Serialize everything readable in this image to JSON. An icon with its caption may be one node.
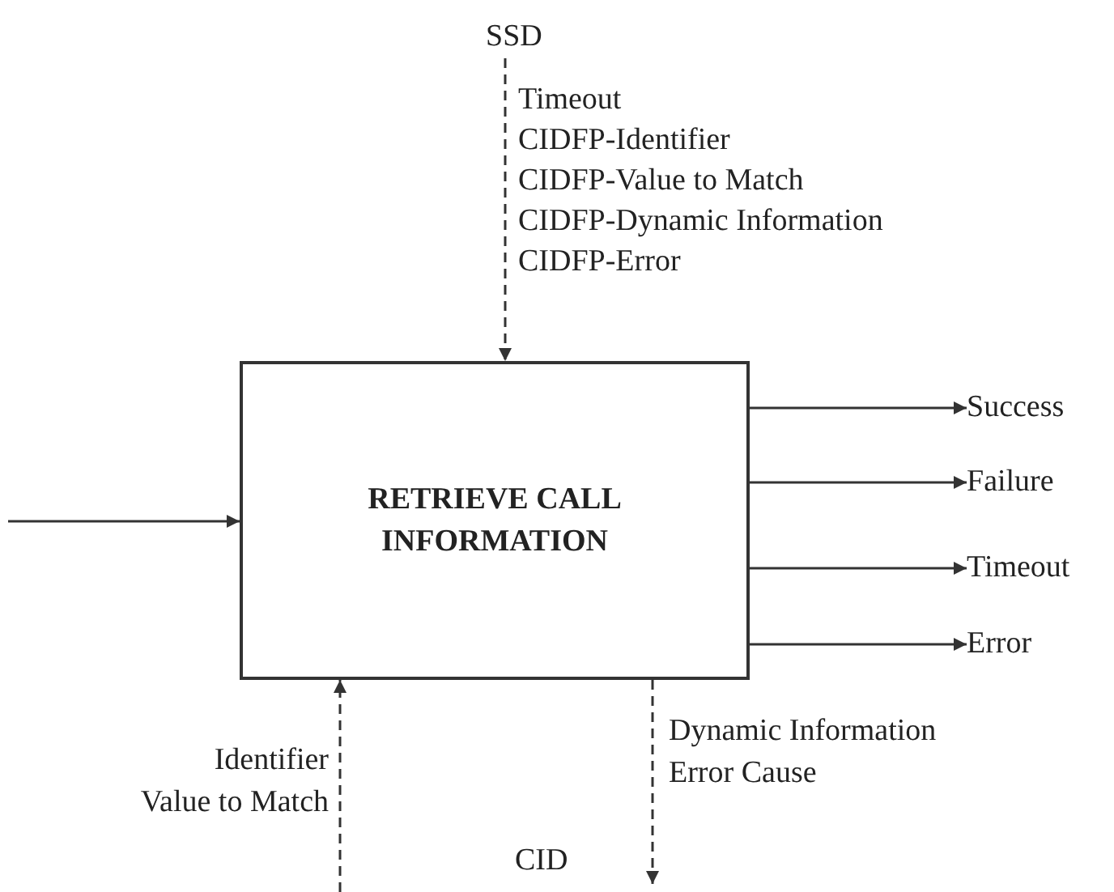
{
  "diagram": {
    "nodes": [
      {
        "text": [
          "SSD"
        ]
      },
      {
        "text": [
          "RETRIEVE CALL INFORMATION"
        ]
      },
      {
        "text": [
          "Success"
        ]
      },
      {
        "text": [
          "Failure"
        ]
      },
      {
        "text": [
          "Timeout"
        ]
      },
      {
        "text": [
          "Error"
        ]
      }
    ],
    "edges": [
      {
        "from": 0,
        "to": 1,
        "arrow": "to",
        "style": "dashed"
      },
      {
        "from": null,
        "to": 1,
        "arrow": "to"
      },
      {
        "from": 1,
        "to": 2,
        "arrow": "to"
      },
      {
        "from": 1,
        "to": 3,
        "arrow": "to"
      },
      {
        "from": 1,
        "to": 4,
        "arrow": "to"
      },
      {
        "from": 1,
        "to": 5,
        "arrow": "to"
      },
      {
        "from": null,
        "to": 1,
        "arrow": "to",
        "style": "dashed"
      },
      {
        "from": 1,
        "to": null,
        "arrow": "to",
        "style": "dashed"
      }
    ],
    "labels": [
      "Timeout",
      "CIDFP-Identifier",
      "CIDFP-Value to Match",
      "CIDFP-Dynamic Information",
      "CIDFP-Error",
      "Identifier",
      "Value to Match",
      "Dynamic Information",
      "Error Cause",
      "CID"
    ]
  }
}
